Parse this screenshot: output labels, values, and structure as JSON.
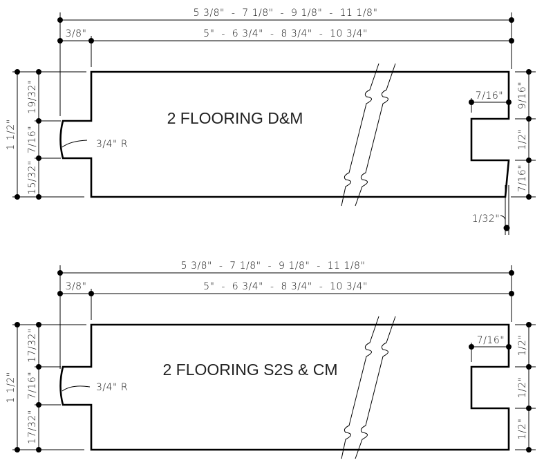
{
  "diagrams": [
    {
      "title": "2 FLOORING D&M",
      "overall_widths": "5 3/8\"  -  7 1/8\"  -  9 1/8\"  -  11 1/8\"",
      "face_widths": "5\"  -  6 3/4\"  -  8 3/4\"  -  10 3/4\"",
      "tongue_length": "3/8\"",
      "thickness": "1 1/2\"",
      "left_dims": [
        "19/32\"",
        "7/16\"",
        "15/32\""
      ],
      "radius": "3/4\" R",
      "groove_depth": "7/16\"",
      "right_dims": [
        "9/16\"",
        "1/2\"",
        "7/16\""
      ],
      "back_relief": "1/32\""
    },
    {
      "title": "2 FLOORING S2S & CM",
      "overall_widths": "5 3/8\"  -  7 1/8\"  -  9 1/8\"  -  11 1/8\"",
      "face_widths": "5\"  -  6 3/4\"  -  8 3/4\"  -  10 3/4\"",
      "tongue_length": "3/8\"",
      "thickness": "1 1/2\"",
      "left_dims": [
        "17/32\"",
        "7/16\"",
        "17/32\""
      ],
      "radius": "3/4\" R",
      "groove_depth": "7/16\"",
      "right_dims": [
        "1/2\"",
        "1/2\"",
        "1/2\""
      ]
    }
  ]
}
